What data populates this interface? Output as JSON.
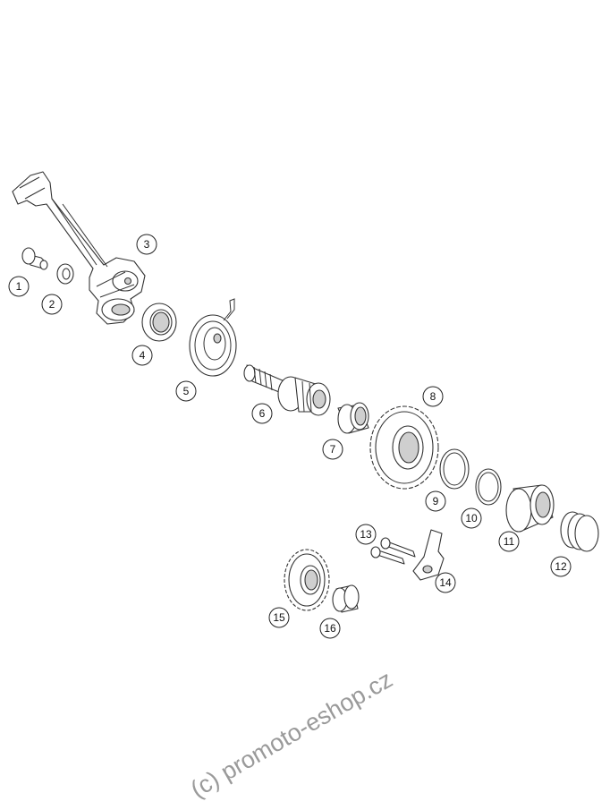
{
  "callouts": [
    "1",
    "2",
    "3",
    "4",
    "5",
    "6",
    "7",
    "8",
    "9",
    "10",
    "11",
    "12",
    "13",
    "14",
    "15",
    "16"
  ],
  "watermark": "(c) promoto-eshop.cz"
}
